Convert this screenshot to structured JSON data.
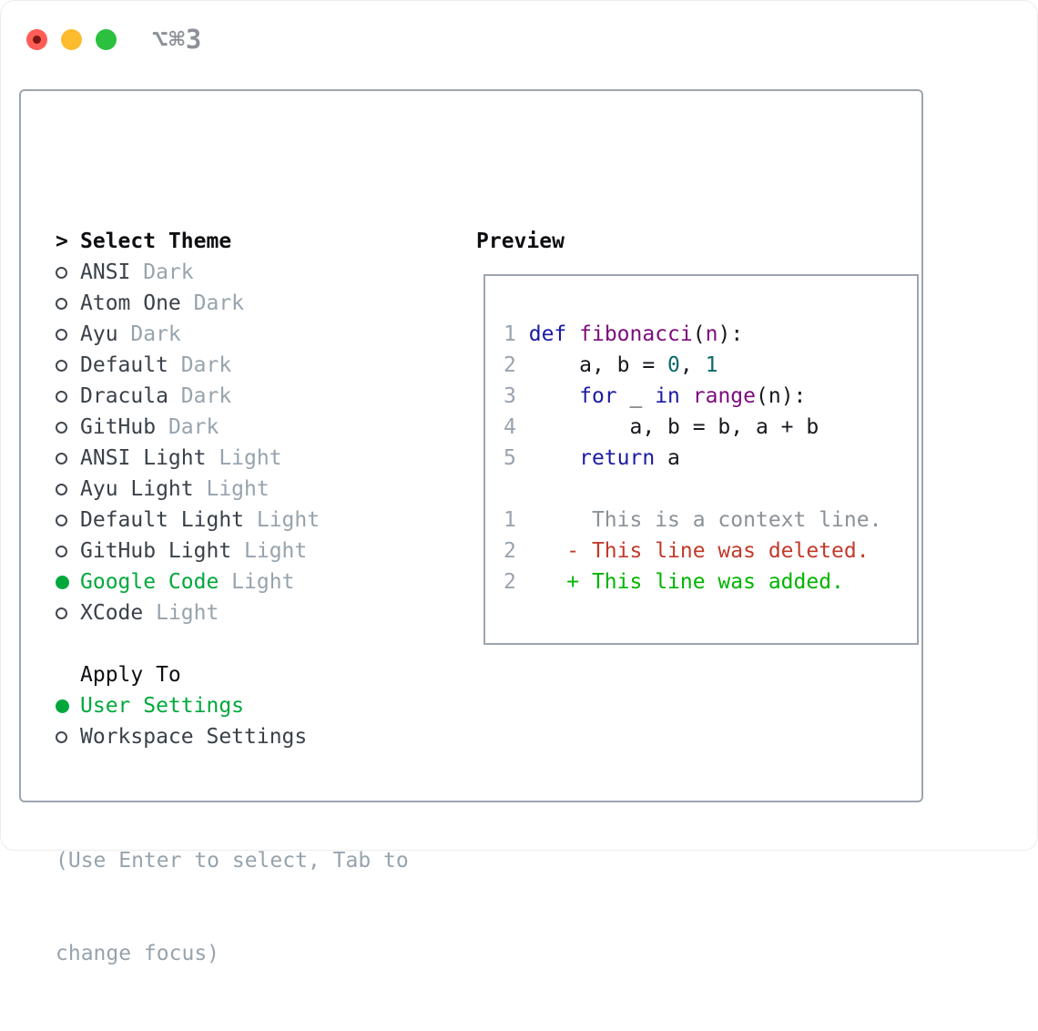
{
  "window": {
    "shortcut": "⌥⌘3"
  },
  "traffic_lights": {
    "close_color": "#ff5d55",
    "close_dot_color": "#7c1712",
    "minimize_color": "#fdbc2e",
    "zoom_color": "#2bc03e"
  },
  "theme_panel": {
    "title_prefix": ">",
    "title": "Select Theme",
    "themes": [
      {
        "name": "ANSI",
        "tag": "Dark",
        "selected": false
      },
      {
        "name": "Atom One",
        "tag": "Dark",
        "selected": false
      },
      {
        "name": "Ayu",
        "tag": "Dark",
        "selected": false
      },
      {
        "name": "Default",
        "tag": "Dark",
        "selected": false
      },
      {
        "name": "Dracula",
        "tag": "Dark",
        "selected": false
      },
      {
        "name": "GitHub",
        "tag": "Dark",
        "selected": false
      },
      {
        "name": "ANSI Light",
        "tag": "Light",
        "selected": false
      },
      {
        "name": "Ayu Light",
        "tag": "Light",
        "selected": false
      },
      {
        "name": "Default Light",
        "tag": "Light",
        "selected": false
      },
      {
        "name": "GitHub Light",
        "tag": "Light",
        "selected": false
      },
      {
        "name": "Google Code",
        "tag": "Light",
        "selected": true
      },
      {
        "name": "XCode",
        "tag": "Light",
        "selected": false
      }
    ],
    "apply_to": {
      "title": "Apply To",
      "options": [
        {
          "label": "User Settings",
          "selected": true
        },
        {
          "label": "Workspace Settings",
          "selected": false
        }
      ]
    },
    "hint_lines": [
      "(Use Enter to select, Tab to",
      "change focus)"
    ]
  },
  "preview": {
    "title": "Preview",
    "code_lines": [
      {
        "name": "code-line-1",
        "num": "1",
        "segments": [
          {
            "t": "def",
            "c": "kw"
          },
          {
            "t": " ",
            "c": "pl"
          },
          {
            "t": "fibonacci",
            "c": "fn"
          },
          {
            "t": "(",
            "c": "pl"
          },
          {
            "t": "n",
            "c": "fn"
          },
          {
            "t": "):",
            "c": "pl"
          }
        ]
      },
      {
        "name": "code-line-2",
        "num": "2",
        "segments": [
          {
            "t": "    a, b = ",
            "c": "pl"
          },
          {
            "t": "0",
            "c": "num"
          },
          {
            "t": ", ",
            "c": "pl"
          },
          {
            "t": "1",
            "c": "num"
          }
        ]
      },
      {
        "name": "code-line-3",
        "num": "3",
        "segments": [
          {
            "t": "    ",
            "c": "pl"
          },
          {
            "t": "for",
            "c": "kw"
          },
          {
            "t": " _ ",
            "c": "pl"
          },
          {
            "t": "in",
            "c": "kw"
          },
          {
            "t": " ",
            "c": "pl"
          },
          {
            "t": "range",
            "c": "fn"
          },
          {
            "t": "(n):",
            "c": "pl"
          }
        ]
      },
      {
        "name": "code-line-4",
        "num": "4",
        "segments": [
          {
            "t": "        a, b = b, a + b",
            "c": "pl"
          }
        ]
      },
      {
        "name": "code-line-5",
        "num": "5",
        "segments": [
          {
            "t": "    ",
            "c": "pl"
          },
          {
            "t": "return",
            "c": "kw"
          },
          {
            "t": " a",
            "c": "pl"
          }
        ]
      },
      {
        "name": "blank-line",
        "num": "",
        "segments": []
      },
      {
        "name": "diff-context-line",
        "num": "1",
        "segments": [
          {
            "t": "     This is a context line.",
            "c": "ctx"
          }
        ]
      },
      {
        "name": "diff-deleted-line",
        "num": "2",
        "segments": [
          {
            "t": "   - This line was deleted.",
            "c": "del"
          }
        ]
      },
      {
        "name": "diff-added-line",
        "num": "2",
        "segments": [
          {
            "t": "   + This line was added.",
            "c": "add"
          }
        ]
      }
    ]
  },
  "colors": {
    "accent_green": "#00a83c",
    "kw": "#1a1aa6",
    "fn": "#7c0c7c",
    "num": "#0c6969",
    "pl": "#16181d",
    "ctx": "#8a9299",
    "del": "#c23a2a",
    "add": "#00b400",
    "line_number_gray": "#9aa3ae",
    "muted_gray": "#97a3ad"
  }
}
